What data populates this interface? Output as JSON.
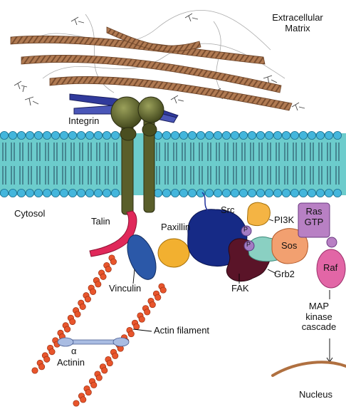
{
  "labels": {
    "extracellular_1": "Extracellular",
    "extracellular_2": "Matrix",
    "integrin": "Integrin",
    "cytosol": "Cytosol",
    "talin": "Talin",
    "paxillin": "Paxillin",
    "src": "Src",
    "pi3k": "PI3K",
    "ras": "Ras",
    "gtp": "GTP",
    "p1": "P",
    "p2": "P",
    "sos": "Sos",
    "raf": "Raf",
    "grb2": "Grb2",
    "fak": "FAK",
    "vinculin": "Vinculin",
    "map_1": "MAP",
    "map_2": "kinase",
    "map_3": "cascade",
    "actin_filament": "Actin filament",
    "alpha": "α",
    "actinin": "Actinin",
    "nucleus": "Nucleus"
  },
  "colors": {
    "membrane_band": "#6ccccc",
    "lipid_head": "#44b6dc",
    "collagen": "#b07a52",
    "integrin": "#5a5e2a",
    "talin": "#e0285a",
    "vinculin": "#2b58a8",
    "paxillin": "#f2b030",
    "src": "#162a86",
    "fak": "#5a1428",
    "pi3k": "#f4b444",
    "phospho": "#a37cc4",
    "grb2": "#8ad0c2",
    "sos": "#f2a070",
    "ras_gtp": "#b880c4",
    "raf": "#e266a6",
    "actin": "#e8552c",
    "actinin": "#a9bce2",
    "nucleus": "#b07040"
  }
}
